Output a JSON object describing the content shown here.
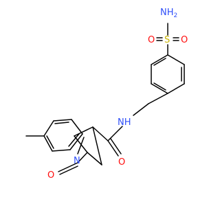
{
  "molecule": {
    "atom_colors": {
      "O": "#ff0d0d",
      "N": "#3050f8",
      "S": "#c8b400",
      "C": "#000000"
    },
    "labels": {
      "nh2_n": "N",
      "nh2_h": "H",
      "nh2_sub": "2",
      "sulfonyl_o_left": "O",
      "sulfonyl_o_right": "O",
      "sulfur": "S",
      "amide_n": "N",
      "amide_h": "H",
      "amide_o": "O",
      "ring_n": "N",
      "lactam_o": "O"
    }
  }
}
